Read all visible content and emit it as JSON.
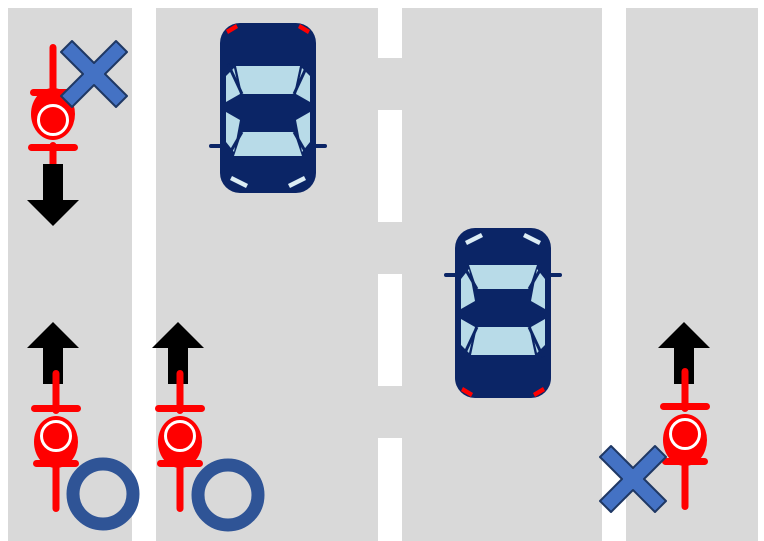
{
  "colors": {
    "background": "#ffffff",
    "road": "#d9d9d9",
    "lane_marking": "#ffffff",
    "cyclist": "#ff0000",
    "direction_arrow": "#000000",
    "car_body": "#0b2566",
    "car_glass": "#b8dbe8",
    "car_headlight": "#dcedf5",
    "car_taillight": "#ff0000",
    "prohibited_mark": "#4472c4",
    "permitted_mark": "#2f5496"
  },
  "icons": {
    "cyclist": "bicycle-rider-icon",
    "arrow": "arrow-icon",
    "car": "car-icon",
    "prohibited": "cross-x-icon",
    "permitted": "circle-o-icon"
  },
  "scenarios": [
    {
      "lane": "left-edge-lane",
      "travel": "down",
      "verdict": "prohibited"
    },
    {
      "lane": "left-edge-lane",
      "travel": "up",
      "verdict": "permitted"
    },
    {
      "lane": "left-traffic-lane",
      "travel": "up",
      "verdict": "permitted"
    },
    {
      "lane": "right-edge-lane",
      "travel": "up",
      "verdict": "prohibited"
    }
  ],
  "cars": [
    {
      "lane": "left-traffic-lane",
      "travel": "down"
    },
    {
      "lane": "right-traffic-lane",
      "travel": "up"
    }
  ]
}
